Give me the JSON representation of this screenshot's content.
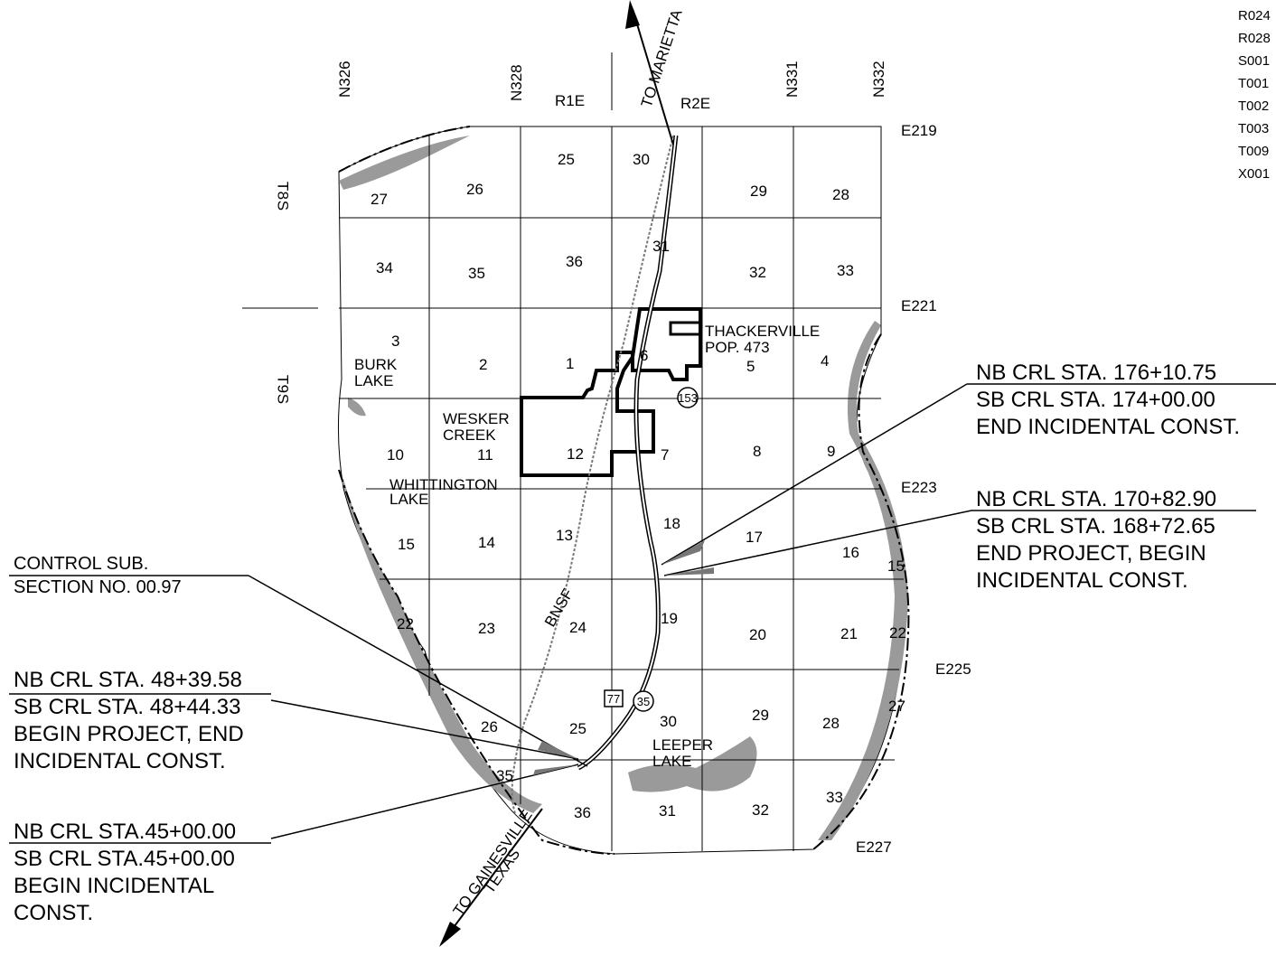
{
  "north_coords": [
    "N326",
    "N328",
    "N331",
    "N332"
  ],
  "ranges": [
    "R1E",
    "R2E"
  ],
  "townships": [
    "T 8 S",
    "T 9 S"
  ],
  "east_coords": [
    "E219",
    "E221",
    "E223",
    "E225",
    "E227"
  ],
  "code_list": [
    "R024",
    "R028",
    "S001",
    "T001",
    "T002",
    "T003",
    "T009",
    "X001"
  ],
  "directions": {
    "marietta": "TO MARIETTA",
    "gainesville_1": "TO GAINESVILLE",
    "gainesville_2": "TEXAS"
  },
  "places": {
    "thackerville": "THACKERVILLE",
    "thackerville_pop": "POP. 473",
    "burk_1": "BURK",
    "burk_2": "LAKE",
    "wesker_1": "WESKER",
    "wesker_2": "CREEK",
    "whittington_1": "WHITTINGTON",
    "whittington_2": "LAKE",
    "leeper_1": "LEEPER",
    "leeper_2": "LAKE",
    "railroad": "BNSF"
  },
  "routes": [
    "153",
    "77",
    "35"
  ],
  "sections": [
    "25",
    "30",
    "27",
    "26",
    "29",
    "28",
    "34",
    "35",
    "36",
    "31",
    "32",
    "33",
    "3",
    "2",
    "1",
    "6",
    "5",
    "4",
    "10",
    "11",
    "12",
    "7",
    "8",
    "9",
    "15",
    "14",
    "13",
    "18",
    "17",
    "16",
    "15",
    "22",
    "23",
    "24",
    "19",
    "20",
    "21",
    "22",
    "27",
    "26",
    "25",
    "30",
    "29",
    "28",
    "35",
    "36",
    "31",
    "32",
    "33"
  ],
  "callouts": {
    "control_sub": [
      "CONTROL SUB.",
      "SECTION NO. 00.97"
    ],
    "end_incidental": [
      "NB CRL STA. 176+10.75",
      "SB CRL STA. 174+00.00",
      "END INCIDENTAL CONST."
    ],
    "end_project": [
      "NB CRL STA. 170+82.90",
      "SB CRL STA. 168+72.65",
      "END PROJECT, BEGIN",
      "INCIDENTAL CONST."
    ],
    "begin_project": [
      "NB CRL STA. 48+39.58",
      "SB CRL STA. 48+44.33",
      "BEGIN PROJECT, END",
      "INCIDENTAL CONST."
    ],
    "begin_incidental": [
      "NB CRL STA.45+00.00",
      "SB CRL STA.45+00.00",
      "BEGIN INCIDENTAL",
      "CONST."
    ]
  }
}
